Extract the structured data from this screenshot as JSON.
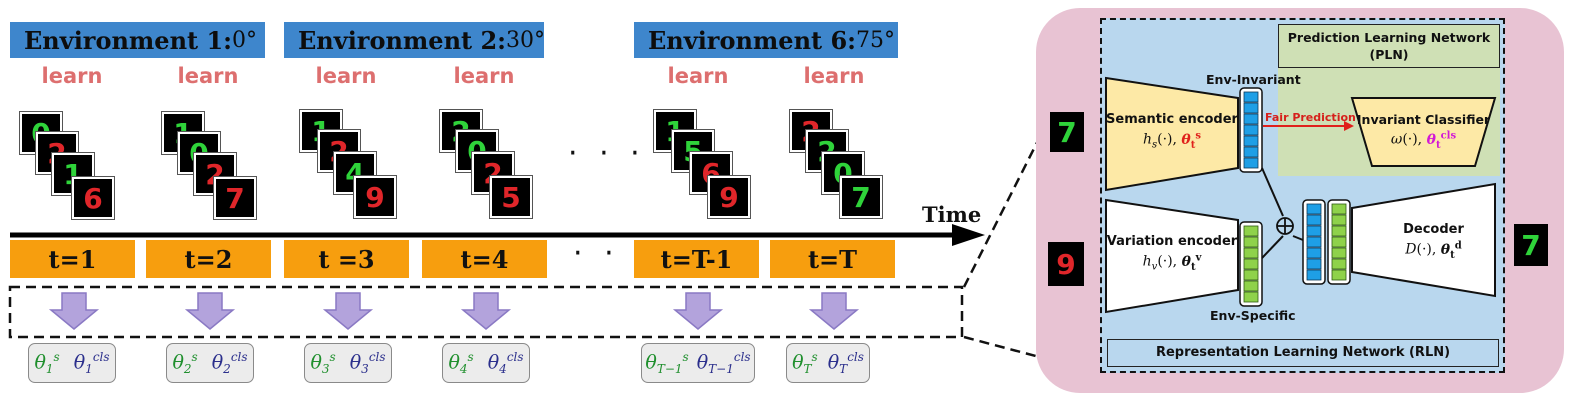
{
  "environments": [
    {
      "name": "Environment 1:",
      "angle": "0°"
    },
    {
      "name": "Environment 2:",
      "angle": "30°"
    },
    {
      "name": "Environment 6:",
      "angle": "75°"
    }
  ],
  "learn_label": "learn",
  "time_label": "Time",
  "ellipsis": "· · ·",
  "time_steps": [
    "t=1",
    "t=2",
    "t =3",
    "t=4",
    "t=T-1",
    "t=T"
  ],
  "params": [
    {
      "s": "θ",
      "s_sub": "1",
      "c_sub": "1"
    },
    {
      "s": "θ",
      "s_sub": "2",
      "c_sub": "2"
    },
    {
      "s": "θ",
      "s_sub": "3",
      "c_sub": "3"
    },
    {
      "s": "θ",
      "s_sub": "4",
      "c_sub": "4"
    },
    {
      "s": "θ",
      "s_sub": "T−1",
      "c_sub": "T−1"
    },
    {
      "s": "θ",
      "s_sub": "T",
      "c_sub": "T"
    }
  ],
  "digits": {
    "env1": [
      "0",
      "2",
      "1",
      "6"
    ],
    "env1b": [
      "1",
      "0",
      "2",
      "7"
    ],
    "env2": [
      "1",
      "2",
      "4",
      "9"
    ],
    "env2b": [
      "2",
      "0",
      "2",
      "5"
    ],
    "env6": [
      "1",
      "5",
      "6",
      "9"
    ],
    "env6b": [
      "2",
      "2",
      "0",
      "7"
    ],
    "input_semantic": "7",
    "input_variation": "9",
    "output": "7"
  },
  "model": {
    "pln_title": "Prediction Learning Network",
    "pln_abbr": "(PLN)",
    "rln_title": "Representation Learning Network (RLN)",
    "env_invariant": "Env-Invariant",
    "env_specific": "Env-Specific",
    "fair_prediction": "Fair Prediction",
    "semantic_encoder": "Semantic encoder",
    "semantic_fn": "h",
    "variation_encoder": "Variation encoder",
    "classifier": "Invariant Classifier",
    "decoder": "Decoder",
    "oplus": "⊕"
  },
  "colors": {
    "env_banner": "#3e86cc",
    "learn": "#dd6f6f",
    "time_box": "#f79e0e",
    "arrow_down": "#b3a3dc",
    "panel_bg": "#e8c3d3",
    "model_bg": "#b9d7ee",
    "pln_bg": "#cfe0b5",
    "encoder_yellow": "#fde9a6",
    "fair_arrow": "#e0201b",
    "cyan_vec": "#1e9fe6",
    "green_vec": "#8fd24a"
  }
}
